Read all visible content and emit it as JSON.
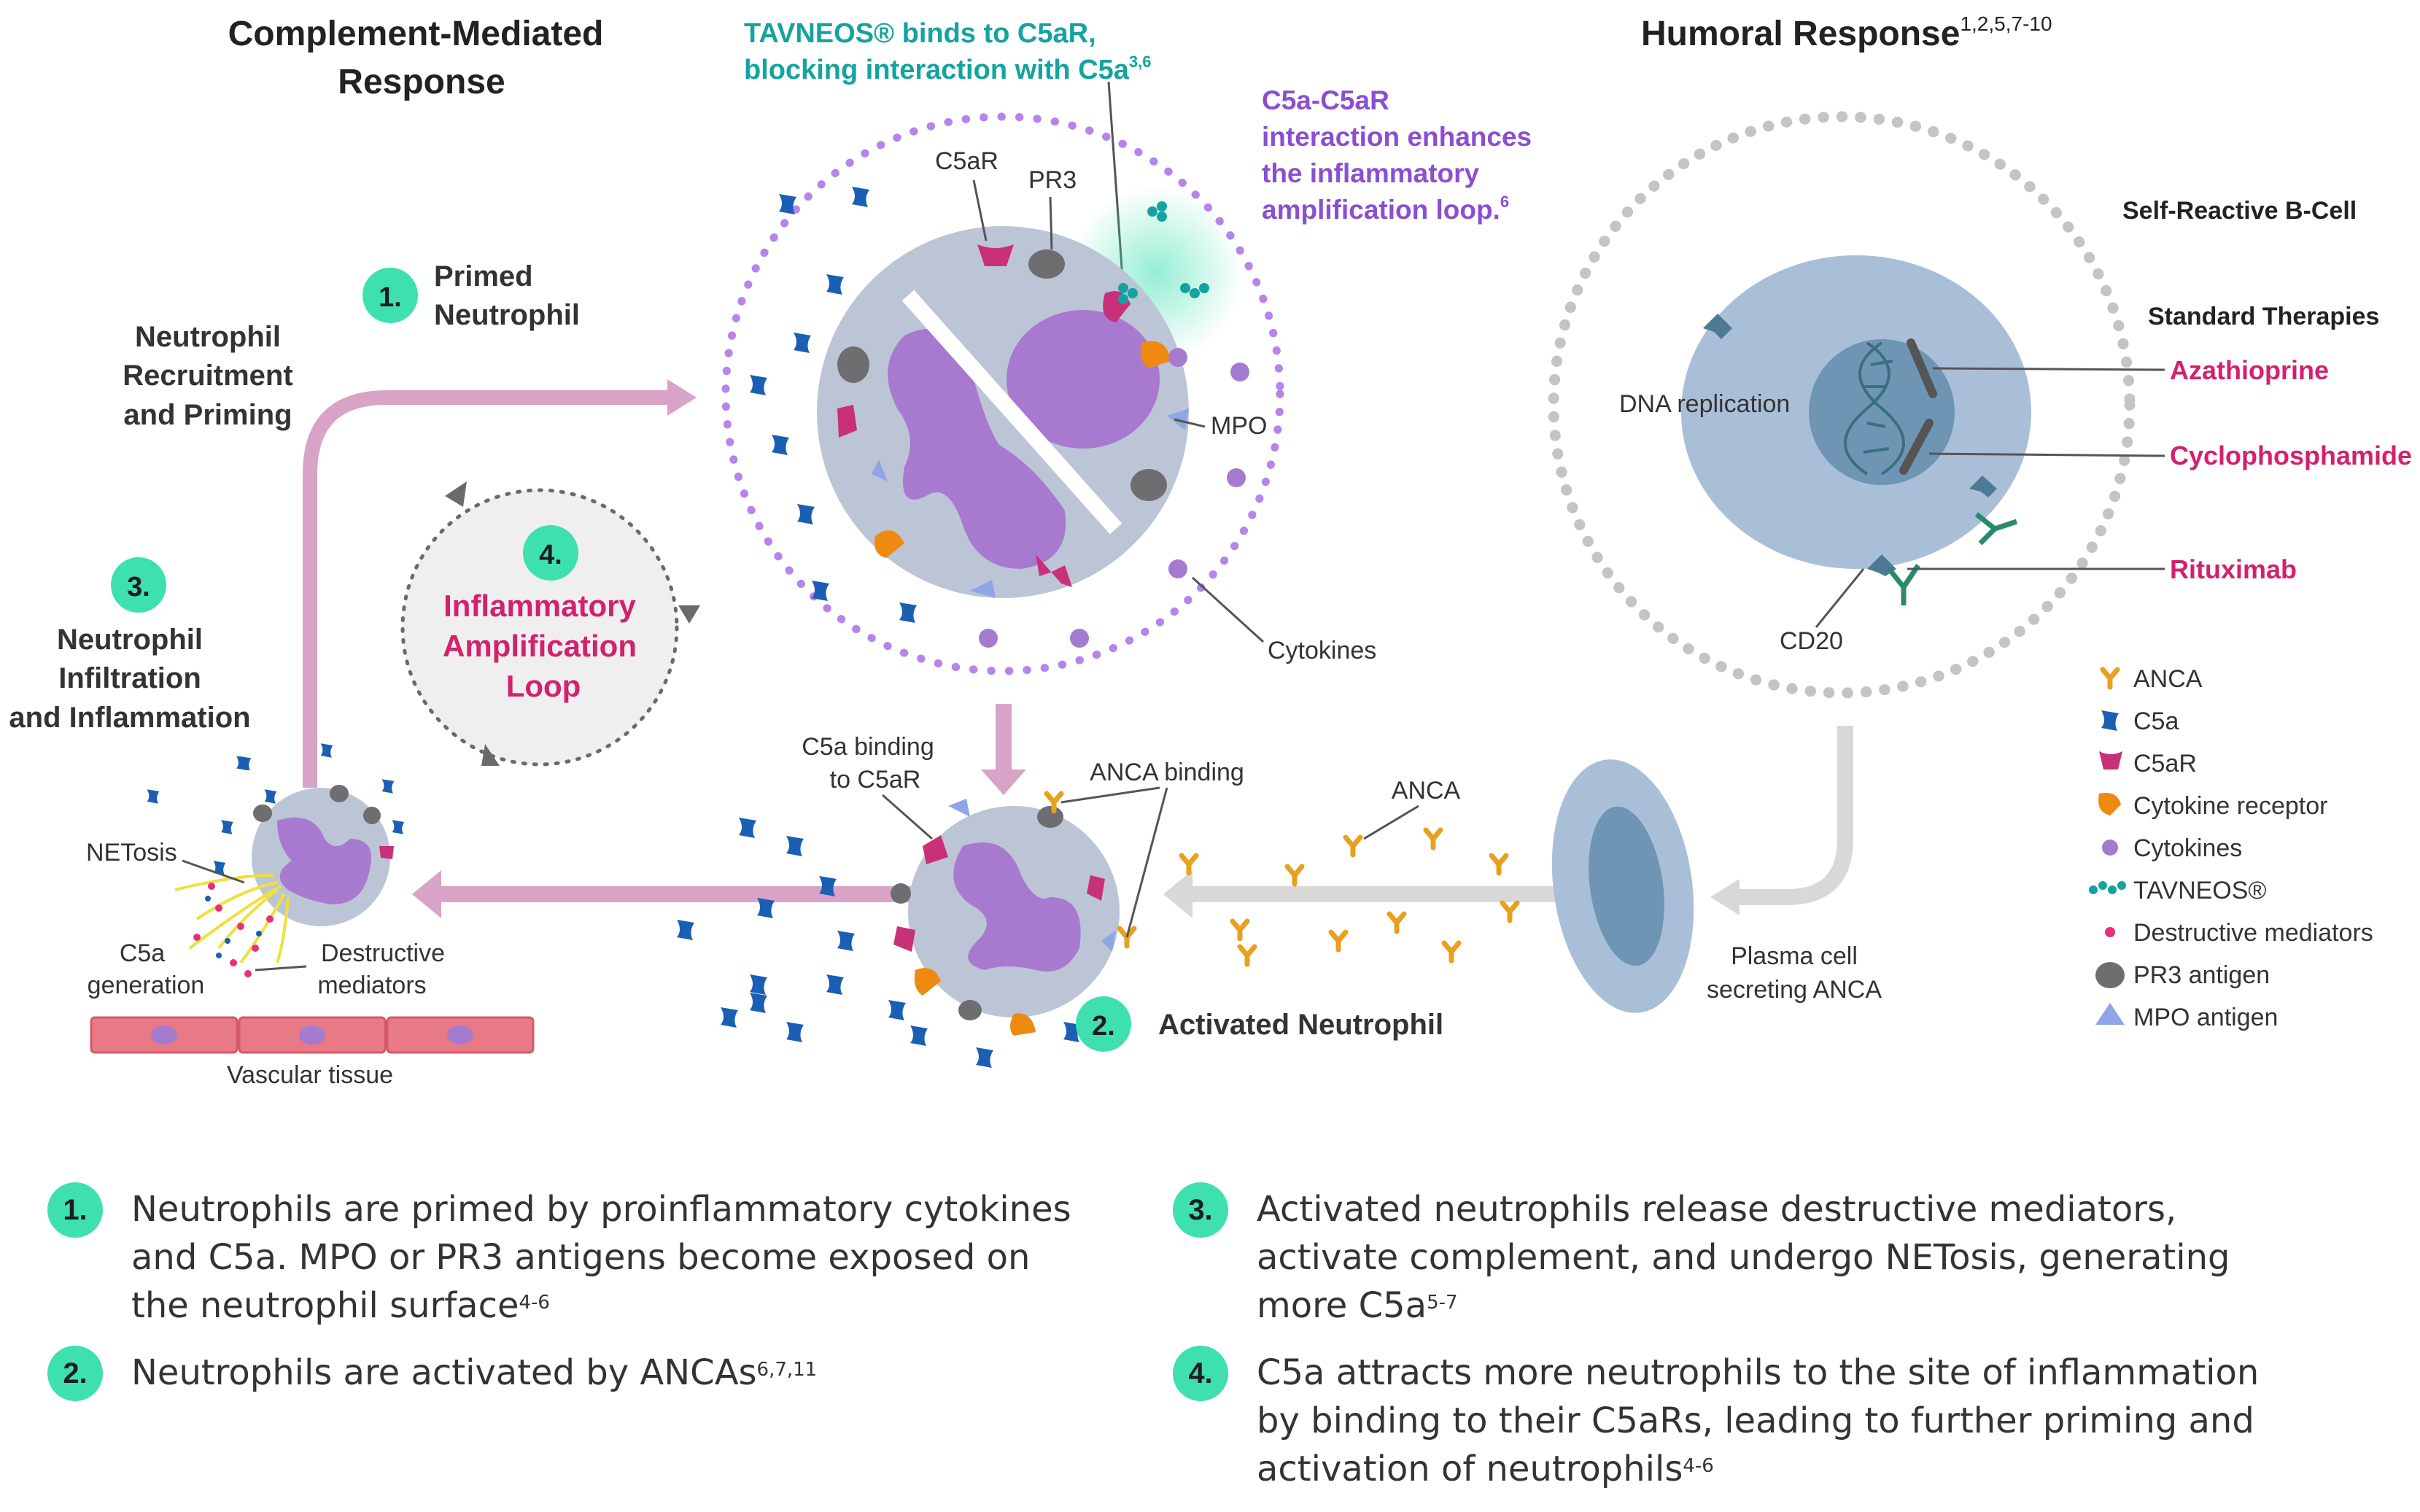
{
  "colors": {
    "teal_text": "#14a3a0",
    "purple_text": "#8a4fd1",
    "magenta_text": "#d2216e",
    "step_badge": "#3ee0b0",
    "neutrophil_body": "#bcc5d6",
    "nucleus": "#a77ad0",
    "c5a": "#1a5fb4",
    "c5ar": "#c9307a",
    "cytokine_receptor": "#ee8a12",
    "cytokines": "#a57bd0",
    "pr3": "#6e6e70",
    "mpo": "#8fa6e6",
    "anca": "#e8a020",
    "arrow_pink": "#d9a3c8",
    "arrow_gray": "#d8d8d8",
    "vascular": "#e87a86"
  },
  "headers": {
    "complement_line1": "Complement-Mediated",
    "complement_line2": "Response",
    "humoral": "Humoral Response",
    "humoral_refs": "1,2,5,7-10"
  },
  "callouts": {
    "tavneos_line1": "TAVNEOS® binds to C5aR,",
    "tavneos_line2": "blocking interaction with C5a",
    "tavneos_refs": "3,6",
    "c5a_line1": "C5a-C5aR",
    "c5a_line2": "interaction enhances",
    "c5a_line3": "the inflammatory",
    "c5a_line4": "amplification loop.",
    "c5a_refs": "6"
  },
  "steps_diagram": {
    "s1_num": "1.",
    "s1_line1": "Primed",
    "s1_line2": "Neutrophil",
    "s2_num": "2.",
    "s2_text": "Activated Neutrophil",
    "s3_num": "3.",
    "s3_line1": "Neutrophil",
    "s3_line2": "Infiltration",
    "s3_line3": "and Inflammation",
    "s4_num": "4.",
    "s4_line1": "Inflammatory",
    "s4_line2": "Amplification",
    "s4_line3": "Loop",
    "recruit_line1": "Neutrophil",
    "recruit_line2": "Recruitment",
    "recruit_line3": "and Priming"
  },
  "labels": {
    "c5ar": "C5aR",
    "pr3": "PR3",
    "mpo": "MPO",
    "cytokines": "Cytokines",
    "c5a_binding_line1": "C5a binding",
    "c5a_binding_line2": "to C5aR",
    "anca_binding": "ANCA binding",
    "anca": "ANCA",
    "netosis": "NETosis",
    "c5a_gen_line1": "C5a",
    "c5a_gen_line2": "generation",
    "destructive_line1": "Destructive",
    "destructive_line2": "mediators",
    "vascular": "Vascular tissue",
    "plasma_line1": "Plasma cell",
    "plasma_line2": "secreting ANCA",
    "self_reactive": "Self-Reactive B-Cell",
    "standard_therapies": "Standard Therapies",
    "dna_replication": "DNA replication",
    "cd20": "CD20",
    "azathioprine": "Azathioprine",
    "cyclophosphamide": "Cyclophosphamide",
    "rituximab": "Rituximab"
  },
  "legend": [
    {
      "label": "ANCA",
      "icon": "anca-icon"
    },
    {
      "label": "C5a",
      "icon": "c5a-icon"
    },
    {
      "label": "C5aR",
      "icon": "c5ar-icon"
    },
    {
      "label": "Cytokine receptor",
      "icon": "cytokine-receptor-icon"
    },
    {
      "label": "Cytokines",
      "icon": "cytokines-icon"
    },
    {
      "label": "TAVNEOS®",
      "icon": "tavneos-icon"
    },
    {
      "label": "Destructive mediators",
      "icon": "destructive-mediators-icon"
    },
    {
      "label": "PR3 antigen",
      "icon": "pr3-antigen-icon"
    },
    {
      "label": "MPO antigen",
      "icon": "mpo-antigen-icon"
    }
  ],
  "step_list": [
    {
      "num": "1.",
      "text": "Neutrophils are primed by proinflammatory cytokines and C5a. MPO or PR3 antigens become exposed on the neutrophil surface",
      "refs": "4-6"
    },
    {
      "num": "2.",
      "text": "Neutrophils are activated by ANCAs",
      "refs": "6,7,11"
    },
    {
      "num": "3.",
      "text": "Activated neutrophils release destructive mediators, activate complement, and undergo NETosis, generating more C5a",
      "refs": "5-7"
    },
    {
      "num": "4.",
      "text": "C5a attracts more neutrophils to the site of inflammation by binding to their C5aRs, leading to further priming and activation of neutrophils",
      "refs": "4-6"
    }
  ]
}
